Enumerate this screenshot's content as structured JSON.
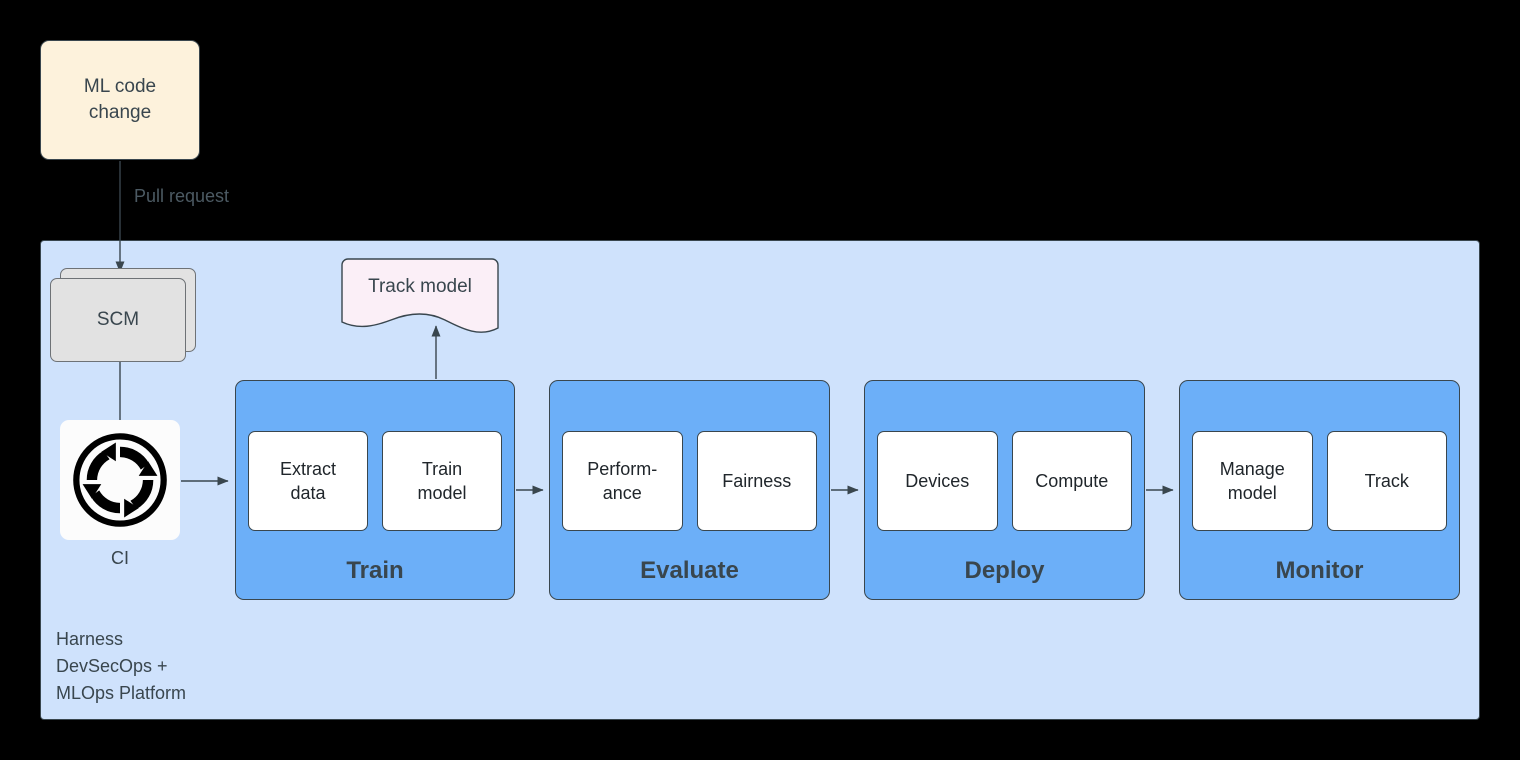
{
  "diagram": {
    "title": "Harness DevSecOps + MLOps Platform ML pipeline",
    "colors": {
      "background": "#000000",
      "platform_fill": "#CFE2FC",
      "stage_fill": "#6CAFF8",
      "code_change_fill": "#FDF2DC",
      "scm_fill": "#E2E2E2",
      "note_fill": "#FBEFF7",
      "sub_card_fill": "#FFFFFF",
      "stroke": "#39464E",
      "text": "#39464E"
    }
  },
  "code_change": {
    "label": "ML code\nchange",
    "line1": "ML code",
    "line2": "change"
  },
  "edges": {
    "pull_request": "Pull request"
  },
  "platform": {
    "caption": "Harness\nDevSecOps +\nMLOps Platform"
  },
  "scm": {
    "label": "SCM"
  },
  "ci": {
    "icon": "continuous-integration-icon",
    "caption": "CI"
  },
  "note": {
    "label": "Track model"
  },
  "stages": [
    {
      "id": "train",
      "title": "Train",
      "cards": [
        {
          "label": "Extract data",
          "line1": "Extract",
          "line2": "data"
        },
        {
          "label": "Train model",
          "line1": "Train",
          "line2": "model"
        }
      ]
    },
    {
      "id": "evaluate",
      "title": "Evaluate",
      "cards": [
        {
          "label": "Perform-ance",
          "line1": "Perform-",
          "line2": "ance"
        },
        {
          "label": "Fairness",
          "line1": "Fairness",
          "line2": ""
        }
      ]
    },
    {
      "id": "deploy",
      "title": "Deploy",
      "cards": [
        {
          "label": "Devices",
          "line1": "Devices",
          "line2": ""
        },
        {
          "label": "Compute",
          "line1": "Compute",
          "line2": ""
        }
      ]
    },
    {
      "id": "monitor",
      "title": "Monitor",
      "cards": [
        {
          "label": "Manage model",
          "line1": "Manage",
          "line2": "model"
        },
        {
          "label": "Track",
          "line1": "Track",
          "line2": ""
        }
      ]
    }
  ]
}
